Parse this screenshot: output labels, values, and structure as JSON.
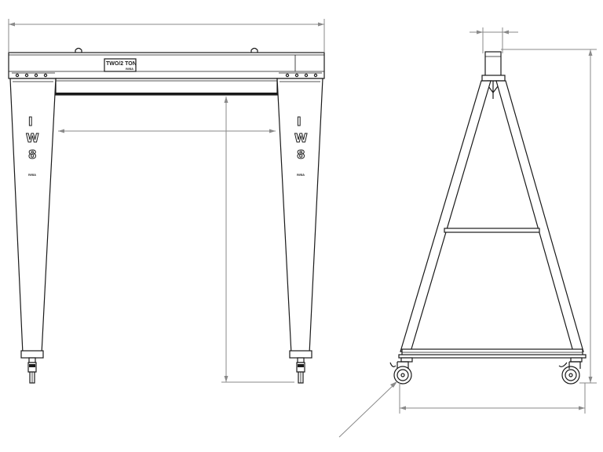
{
  "beam_label": {
    "main": "TWO/2 TON",
    "sub": "IW8A"
  },
  "leg_marking": {
    "letters": [
      "I",
      "W",
      "8"
    ],
    "tag": "IW8A"
  }
}
